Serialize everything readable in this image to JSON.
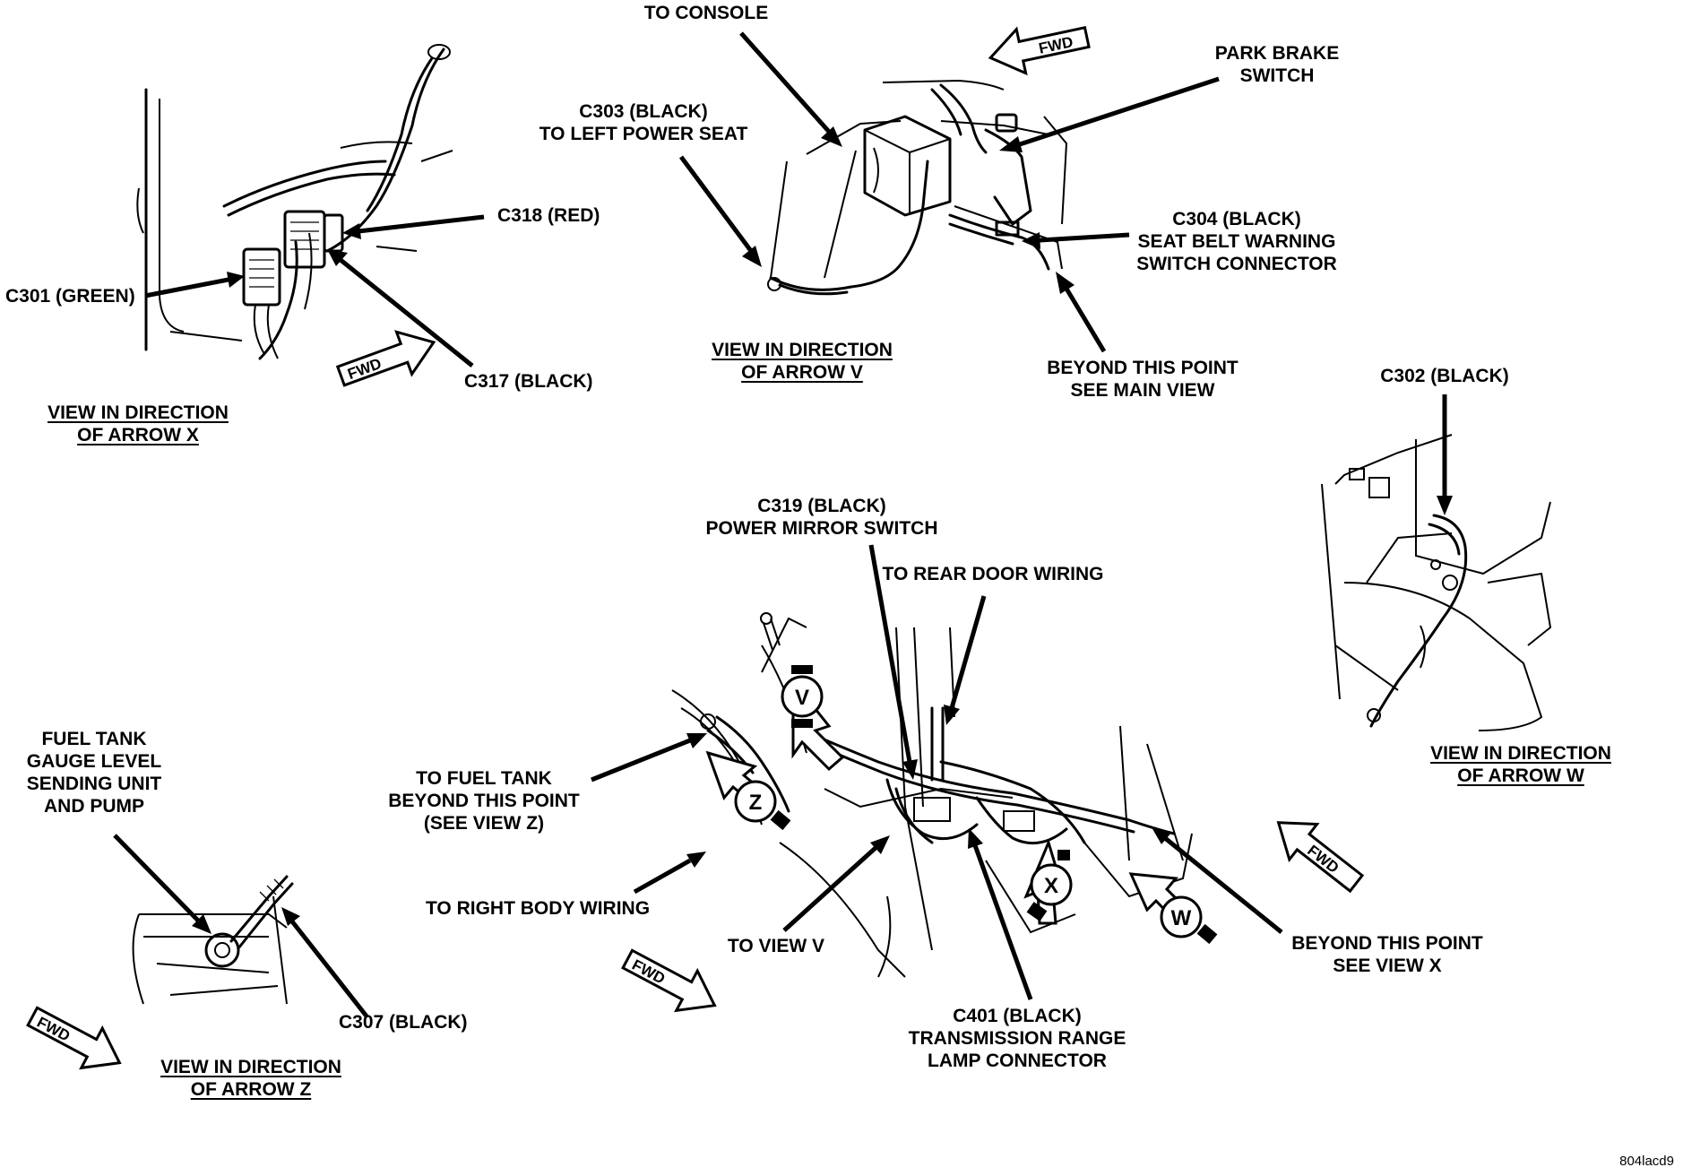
{
  "labels": {
    "to_console": "TO CONSOLE",
    "c303": [
      "C303 (BLACK)",
      "TO LEFT POWER SEAT"
    ],
    "park_brake": [
      "PARK BRAKE",
      "SWITCH"
    ],
    "c304": [
      "C304 (BLACK)",
      "SEAT BELT WARNING",
      "SWITCH CONNECTOR"
    ],
    "beyond_main": [
      "BEYOND THIS POINT",
      "SEE MAIN VIEW"
    ],
    "view_v": [
      "VIEW IN DIRECTION",
      "OF ARROW V"
    ],
    "c318": "C318 (RED)",
    "c301": "C301 (GREEN)",
    "c317": "C317 (BLACK)",
    "view_x": [
      "VIEW IN DIRECTION",
      "OF ARROW X"
    ],
    "c302": "C302 (BLACK)",
    "view_w": [
      "VIEW IN DIRECTION",
      "OF ARROW W"
    ],
    "c319": [
      "C319 (BLACK)",
      "POWER MIRROR SWITCH"
    ],
    "to_rear_door": "TO REAR DOOR WIRING",
    "to_fuel_tank": [
      "TO FUEL TANK",
      "BEYOND THIS POINT",
      "(SEE VIEW Z)"
    ],
    "to_right_body": "TO RIGHT BODY WIRING",
    "to_view_v": "TO VIEW V",
    "c401": [
      "C401 (BLACK)",
      "TRANSMISSION RANGE",
      "LAMP CONNECTOR"
    ],
    "beyond_x": [
      "BEYOND THIS POINT",
      "SEE VIEW X"
    ],
    "fuel_tank": [
      "FUEL TANK",
      "GAUGE LEVEL",
      "SENDING UNIT",
      "AND PUMP"
    ],
    "c307": "C307 (BLACK)",
    "view_z": [
      "VIEW IN DIRECTION",
      "OF ARROW Z"
    ]
  },
  "fwd_text": "FWD",
  "badges": [
    "V",
    "Z",
    "X",
    "W"
  ],
  "image_code": "804lacd9"
}
